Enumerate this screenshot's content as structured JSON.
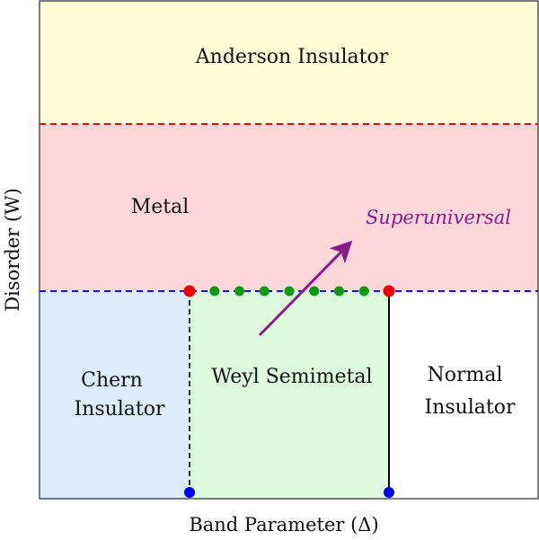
{
  "diagram": {
    "axes": {
      "xlabel": "Band Parameter (Δ)",
      "ylabel": "Disorder (W)"
    },
    "regions": {
      "anderson": {
        "label": "Anderson Insulator",
        "color": "#fdfdd8"
      },
      "metal": {
        "label": "Metal",
        "color": "#fdd7da"
      },
      "chern": {
        "lines": [
          "Chern",
          "Insulator"
        ],
        "color": "#dcecfd"
      },
      "weyl": {
        "label": "Weyl Semimetal",
        "color": "#ddfcdc"
      },
      "normal": {
        "lines": [
          "Normal",
          "Insulator"
        ],
        "color": "#ffffff"
      }
    },
    "boundaries": {
      "anderson_metal": {
        "style": "dashed",
        "color": "#ff0000"
      },
      "metal_lower": {
        "style": "dashed",
        "color": "#1010ff"
      },
      "chern_weyl": {
        "style": "dashed",
        "color": "#000000"
      },
      "weyl_normal": {
        "style": "solid",
        "color": "#000000"
      }
    },
    "critical_points": {
      "multicritical_color": "#ee0000",
      "superuniversal_color": "#119911",
      "bottom_color": "#0000ee",
      "superuniversal_count": 7
    },
    "annotation": {
      "label": "Superuniversal",
      "color": "#8b1a8b"
    }
  }
}
